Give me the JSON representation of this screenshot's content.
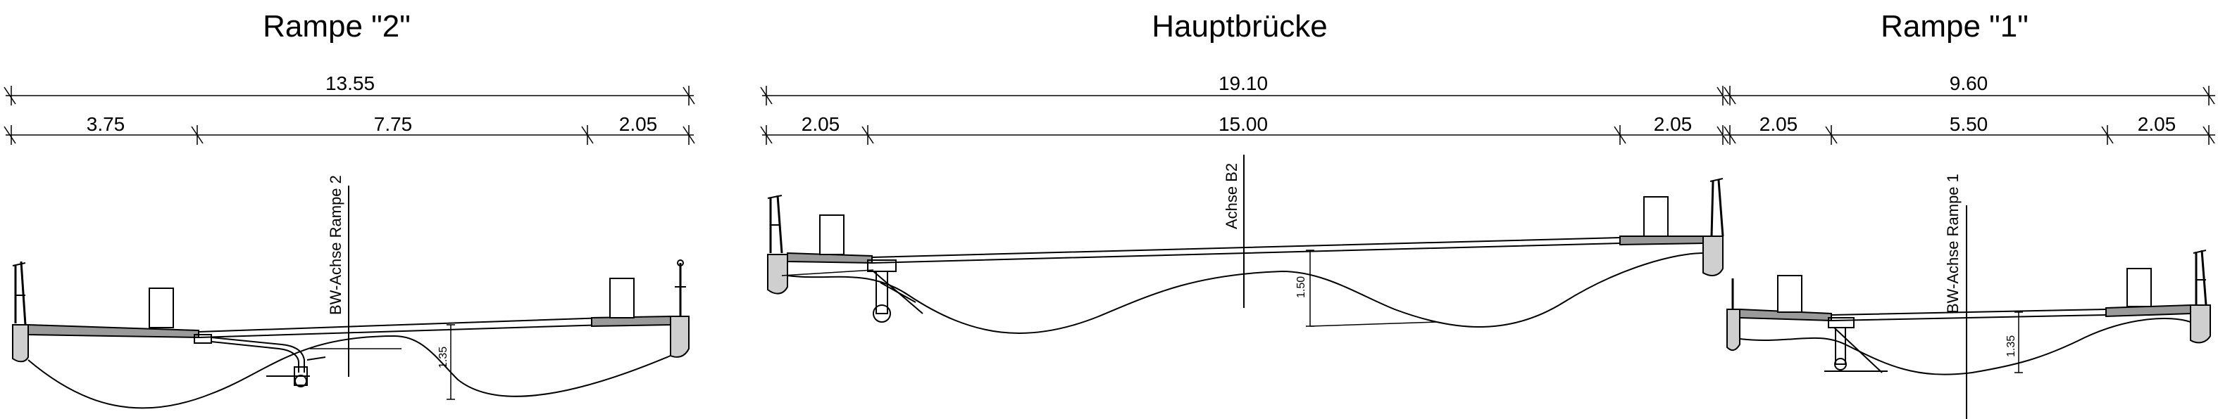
{
  "sections": {
    "ramp2": {
      "title": "Rampe \"2\"",
      "total_width": "13.55",
      "segments": [
        "3.75",
        "7.75",
        "2.05"
      ],
      "axis_label": "BW-Achse Rampe 2",
      "depth": "1.35"
    },
    "main_bridge": {
      "title": "Hauptbrücke",
      "total_width": "19.10",
      "segments": [
        "2.05",
        "15.00",
        "2.05"
      ],
      "axis_label": "Achse B2",
      "depth": "1.50"
    },
    "ramp1": {
      "title": "Rampe \"1\"",
      "total_width": "9.60",
      "segments": [
        "2.05",
        "5.50",
        "2.05"
      ],
      "axis_label": "BW-Achse Rampe 1",
      "depth": "1.35"
    }
  }
}
